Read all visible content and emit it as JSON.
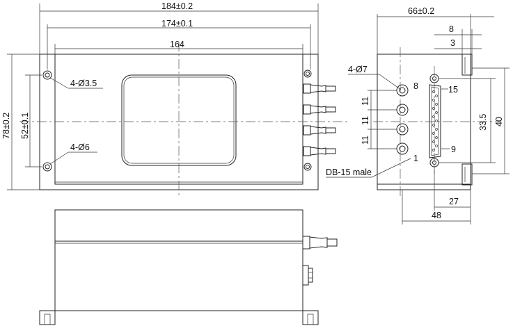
{
  "top_view": {
    "overall_width": "184±0.2",
    "hole_pitch": "174±0.1",
    "body_width": "164",
    "overall_height": "78±0.2",
    "hole_pitch_vertical": "52±0.1",
    "small_holes": "4-Ø3.5",
    "large_holes": "4-Ø6"
  },
  "side_view": {
    "overall_depth": "66±0.2",
    "flange_offset_8": "8",
    "flange_offset_3": "3",
    "port_holes": "4-Ø7",
    "port_pitches": [
      "11",
      "11",
      "11"
    ],
    "connector_span": "33.5",
    "connector_height": "40",
    "connector_offset": "27",
    "body_depth": "48",
    "pin_first_row_end": "8",
    "pin_second_row_end": "15",
    "pin_start": "1",
    "pin_9": "9",
    "connector_label": "DB-15 male"
  }
}
